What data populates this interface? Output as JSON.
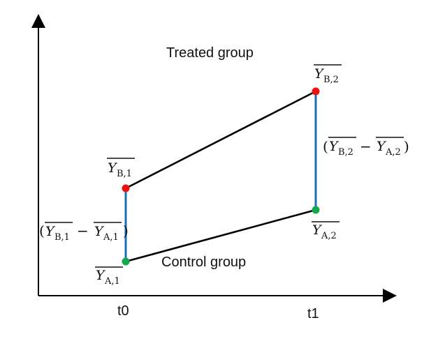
{
  "diagram": {
    "treated_label": "Treated group",
    "control_label": "Control group",
    "t0_label": "t0",
    "t1_label": "t1",
    "yb1": {
      "main": "Y",
      "sub": "B,1"
    },
    "yb2": {
      "main": "Y",
      "sub": "B,2"
    },
    "ya1": {
      "main": "Y",
      "sub": "A,1"
    },
    "ya2": {
      "main": "Y",
      "sub": "A,2"
    },
    "diff1": {
      "open": "(",
      "minus": "−",
      "close": ")"
    },
    "diff2": {
      "open": "(",
      "minus": "−",
      "close": ")"
    },
    "colors": {
      "treated_point": "#ee1111",
      "control_point": "#13a84d",
      "gap_line": "#1a6fb0",
      "lines": "#000000"
    }
  }
}
